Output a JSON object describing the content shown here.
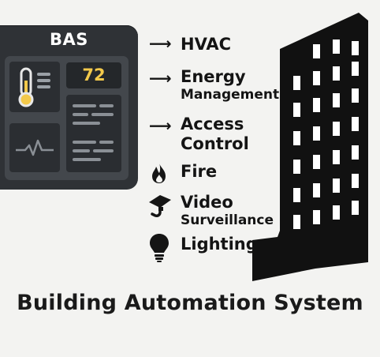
{
  "panel": {
    "title": "BAS",
    "temperature": "72"
  },
  "features": [
    {
      "icon": "arrow-icon",
      "line1": "HVAC",
      "line2": ""
    },
    {
      "icon": "arrow-icon",
      "line1": "Energy",
      "line2": "Management"
    },
    {
      "icon": "arrow-icon",
      "line1": "Access",
      "line2": "Control"
    },
    {
      "icon": "flame-icon",
      "line1": "Fire",
      "line2": ""
    },
    {
      "icon": "camera-icon",
      "line1": "Video",
      "line2": "Surveillance"
    },
    {
      "icon": "lightbulb-icon",
      "line1": "Lighting",
      "line2": ""
    }
  ],
  "footer_title": "Building Automation System",
  "colors": {
    "panel": "#2f3236",
    "screen": "#43474c",
    "temperature_text": "#f3c94b",
    "building": "#111111",
    "background": "#f3f3f1"
  }
}
